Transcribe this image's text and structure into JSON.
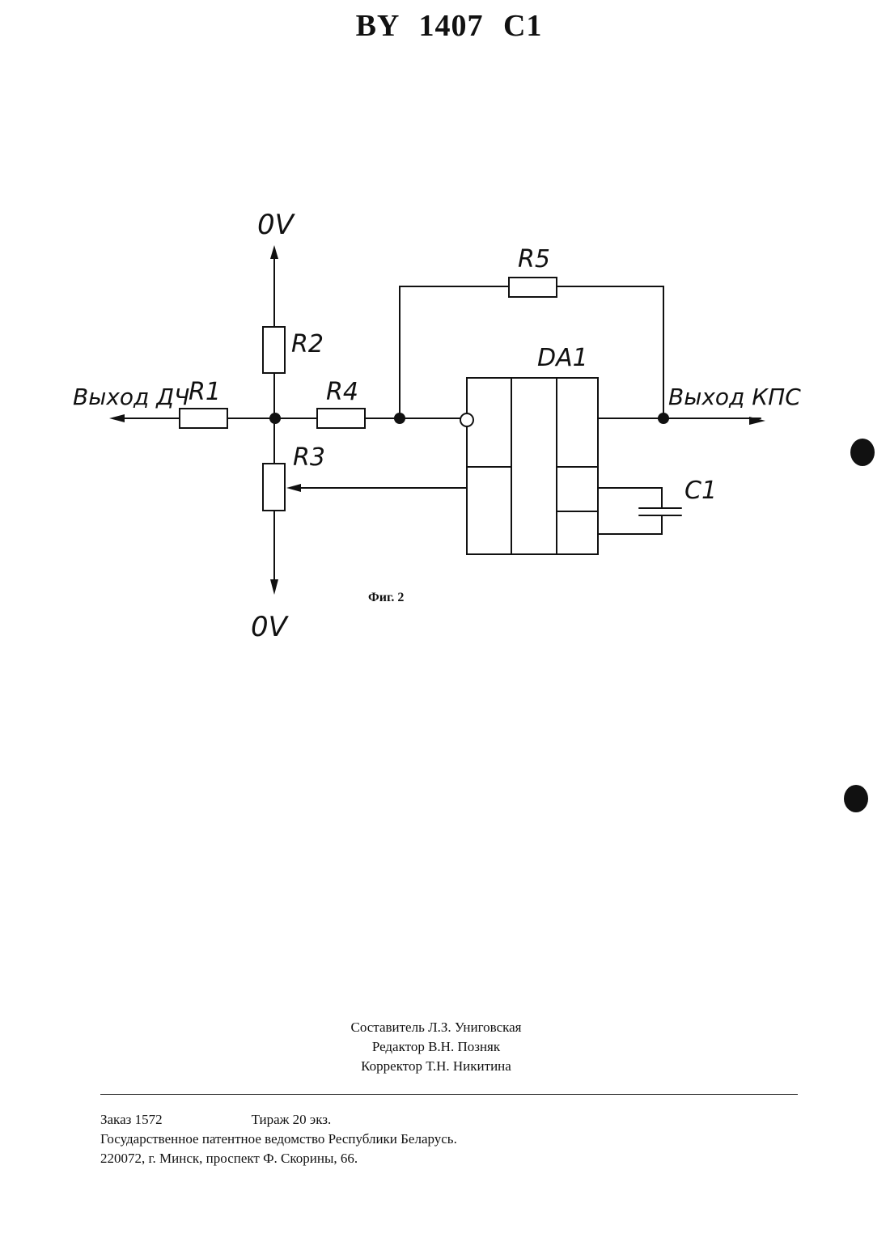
{
  "header": {
    "doc_number": "BY 1407 C1"
  },
  "schematic": {
    "labels": {
      "top_rail": "0V",
      "bottom_rail": "0V",
      "r1": "R1",
      "r2": "R2",
      "r3": "R3",
      "r4": "R4",
      "r5": "R5",
      "da1": "DA1",
      "c1": "C1",
      "input": "Выход ДЧ",
      "output": "Выход КПС"
    }
  },
  "figure": {
    "caption": "Фиг. 2"
  },
  "credits": {
    "compiler": "Составитель Л.З. Униговская",
    "editor": "Редактор В.Н. Позняк",
    "corrector": "Корректор Т.Н. Никитина"
  },
  "imprint": {
    "order": "Заказ  1572",
    "circulation": "Тираж 20 экз.",
    "office": "Государственное патентное ведомство Республики Беларусь.",
    "address": "220072, г. Минск, проспект Ф. Скорины, 66."
  }
}
